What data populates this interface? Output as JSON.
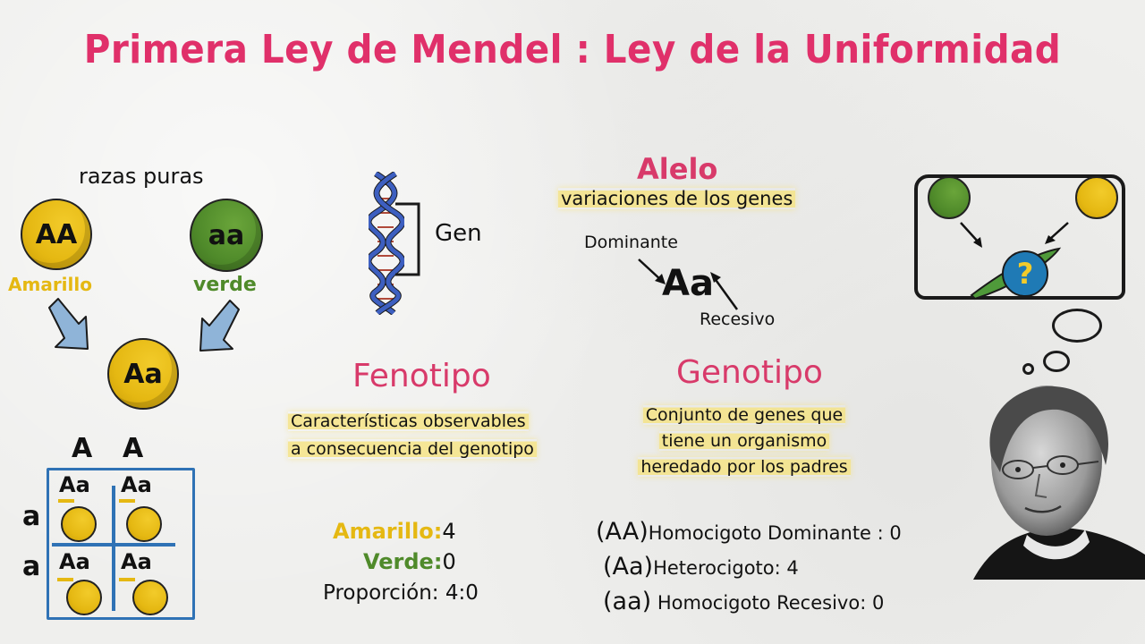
{
  "title": "Primera Ley de Mendel : Ley de la Uniformidad",
  "colors": {
    "title_pink": "#e0306a",
    "heading_pink": "#d83a6a",
    "yellow": "#e5b812",
    "green": "#4f8a2a",
    "punnett_blue": "#2f72b5",
    "arrow_blue": "#8fb4d8",
    "highlight": "#f6e278"
  },
  "cross": {
    "header": "razas puras",
    "parent1": {
      "genotype": "AA",
      "label": "Amarillo"
    },
    "parent2": {
      "genotype": "aa",
      "label": "verde"
    },
    "offspring": {
      "genotype": "Aa"
    }
  },
  "punnett": {
    "top_gametes": [
      "A",
      "A"
    ],
    "side_gametes": [
      "a",
      "a"
    ],
    "cells": [
      "Aa",
      "Aa",
      "Aa",
      "Aa"
    ]
  },
  "gene": {
    "label": "Gen"
  },
  "alelo": {
    "title": "Alelo",
    "definition": "variaciones de los genes",
    "example": "Aa",
    "dominant_label": "Dominante",
    "recessive_label": "Recesivo"
  },
  "fenotipo": {
    "title": "Fenotipo",
    "definition_line1": "Características observables",
    "definition_line2": "a consecuencia del genotipo"
  },
  "genotipo": {
    "title": "Genotipo",
    "definition_line1": "Conjunto de genes que",
    "definition_line2": "tiene un organismo",
    "definition_line3": "heredado por los padres"
  },
  "phenotype_results": {
    "amarillo_label": "Amarillo:",
    "amarillo_value": "4",
    "verde_label": "Verde:",
    "verde_value": "0",
    "proporcion_label": "Proporción:",
    "proporcion_value": "4:0"
  },
  "genotype_results": [
    {
      "code": "(AA)",
      "name": "Homocigoto Dominante",
      "value": ": 0"
    },
    {
      "code": "(Aa)",
      "name": "Heterocigoto",
      "value": ": 4"
    },
    {
      "code": "(aa)",
      "name": "Homocigoto Recesivo",
      "value": ": 0"
    }
  ],
  "thought": {
    "question_mark": "?"
  },
  "portrait": {
    "subject": "mendel-portrait"
  }
}
